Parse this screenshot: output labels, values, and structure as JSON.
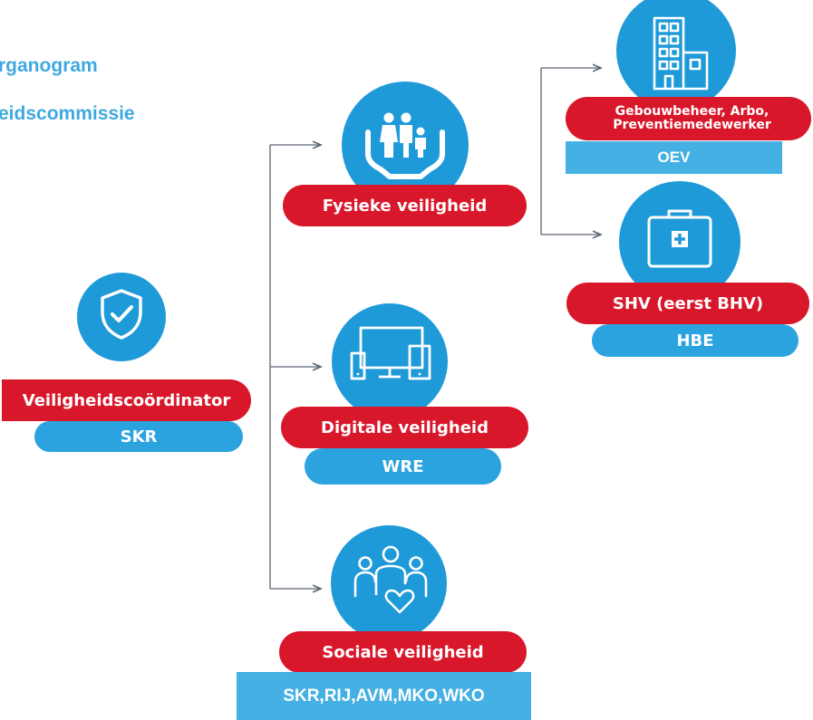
{
  "title": {
    "line1": "rganogram",
    "line2": "eidscommissie"
  },
  "nodes": {
    "coordinator": {
      "label": "Veiligheidscoördinator",
      "code": "SKR"
    },
    "fysiek": {
      "label": "Fysieke veiligheid"
    },
    "digitaal": {
      "label": "Digitale veiligheid",
      "code": "WRE"
    },
    "sociaal": {
      "label": "Sociale veiligheid",
      "code": "SKR,RIJ,AVM,MKO,WKO"
    },
    "gebouw": {
      "label_line1": "Gebouwbeheer, Arbo,",
      "label_line2": "Preventiemedewerker",
      "code": "OEV"
    },
    "shv": {
      "label": "SHV (eerst BHV)",
      "code": "HBE"
    }
  },
  "colors": {
    "title": "#3fa9df",
    "circle": "#1f9ad8",
    "red": "#d9172b",
    "blue_pill": "#2ba3df",
    "blue_rect": "#45b0e4",
    "connector": "#5a6570"
  }
}
